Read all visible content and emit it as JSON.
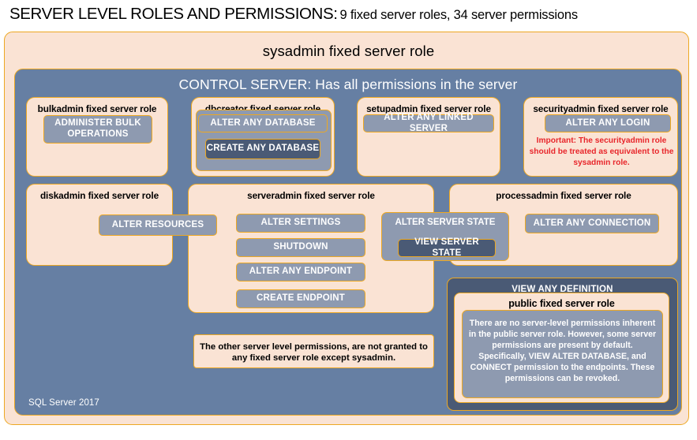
{
  "title": {
    "main": "SERVER LEVEL ROLES AND PERMISSIONS:",
    "subtitle": "9 fixed server roles, 34 server permissions"
  },
  "colors": {
    "peach_fill": "#fae3d4",
    "slate_fill": "#667fa3",
    "permission_fill": "#8e9ab0",
    "permission_dark_fill": "#4a5a75",
    "border_gold": "#eda822",
    "alert_red": "#e8262b",
    "text_white": "#ffffff",
    "text_black": "#000000"
  },
  "sysadmin": {
    "title": "sysadmin fixed server role"
  },
  "control_server": {
    "title": "CONTROL SERVER: Has all permissions in the server",
    "version_label": "SQL Server 2017"
  },
  "roles": {
    "bulkadmin": {
      "title": "bulkadmin fixed server role",
      "permissions": [
        "ADMINISTER  BULK OPERATIONS"
      ]
    },
    "dbcreator": {
      "title": "dbcreator fixed server role",
      "permissions": [
        "ALTER ANY DATABASE",
        "CREATE  ANY DATABASE"
      ]
    },
    "setupadmin": {
      "title": "setupadmin fixed server role",
      "permissions": [
        "ALTER ANY LINKED SERVER"
      ]
    },
    "securityadmin": {
      "title": "securityadmin fixed server role",
      "permissions": [
        "ALTER ANY LOGIN"
      ],
      "note": "Important:  The securityadmin role should  be treated as equivalent to the  sysadmin role."
    },
    "diskadmin": {
      "title": "diskadmin fixed server role",
      "permissions": [
        "ALTER RESOURCES"
      ]
    },
    "serveradmin": {
      "title": "serveradmin fixed server role",
      "permissions": [
        "ALTER SETTINGS",
        "SHUTDOWN",
        "ALTER ANY ENDPOINT",
        "CREATE  ENDPOINT"
      ],
      "shared_permission_group": {
        "parent": "ALTER SERVER  STATE",
        "child": "VIEW SERVER  STATE"
      }
    },
    "processadmin": {
      "title": "processadmin fixed server role",
      "permissions": [
        "ALTER ANY CONNECTION"
      ]
    },
    "public": {
      "outer_permission": "VIEW ANY DEFINITION",
      "title": "public  fixed server role",
      "note": "There are no server-level permissions inherent in the public server role. However, some server permissions are present by default. Specifically, VIEW ALTER DATABASE, and CONNECT permission to the endpoints. These permissions can be revoked."
    }
  },
  "other_permissions_note": "The other server level permissions,  are not granted to any fixed server role except sysadmin."
}
